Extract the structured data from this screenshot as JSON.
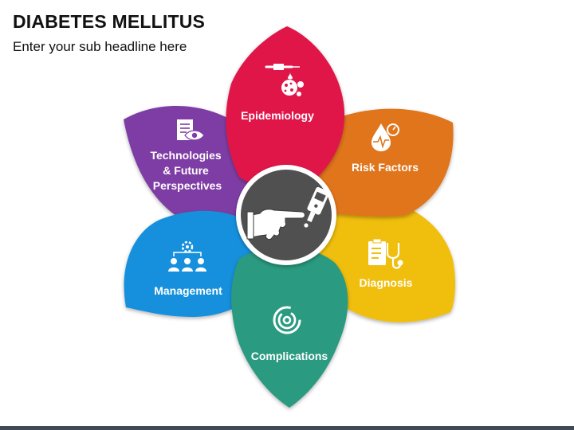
{
  "header": {
    "title": "DIABETES MELLITUS",
    "subtitle": "Enter your sub headline here"
  },
  "diagram": {
    "center_icon": "hand-glucose-meter-icon",
    "center_color": "#505050",
    "petals": [
      {
        "key": "epidemiology",
        "label": "Epidemiology",
        "color": "#e0174a",
        "icon": "virus-syringe-icon"
      },
      {
        "key": "risk-factors",
        "label": "Risk Factors",
        "color": "#e0741c",
        "icon": "blood-drop-gauge-icon"
      },
      {
        "key": "diagnosis",
        "label": "Diagnosis",
        "color": "#f0be0a",
        "icon": "clipboard-stethoscope-icon"
      },
      {
        "key": "complications",
        "label": "Complications",
        "color": "#2a9a80",
        "icon": "maze-icon"
      },
      {
        "key": "management",
        "label": "Management",
        "color": "#1990dc",
        "icon": "team-gear-icon"
      },
      {
        "key": "technologies",
        "label_lines": [
          "Technologies",
          "& Future",
          "Perspectives"
        ],
        "color": "#7e3ea4",
        "icon": "document-eye-icon"
      }
    ]
  },
  "colors": {
    "bottom_bar": "#3f4a56"
  }
}
